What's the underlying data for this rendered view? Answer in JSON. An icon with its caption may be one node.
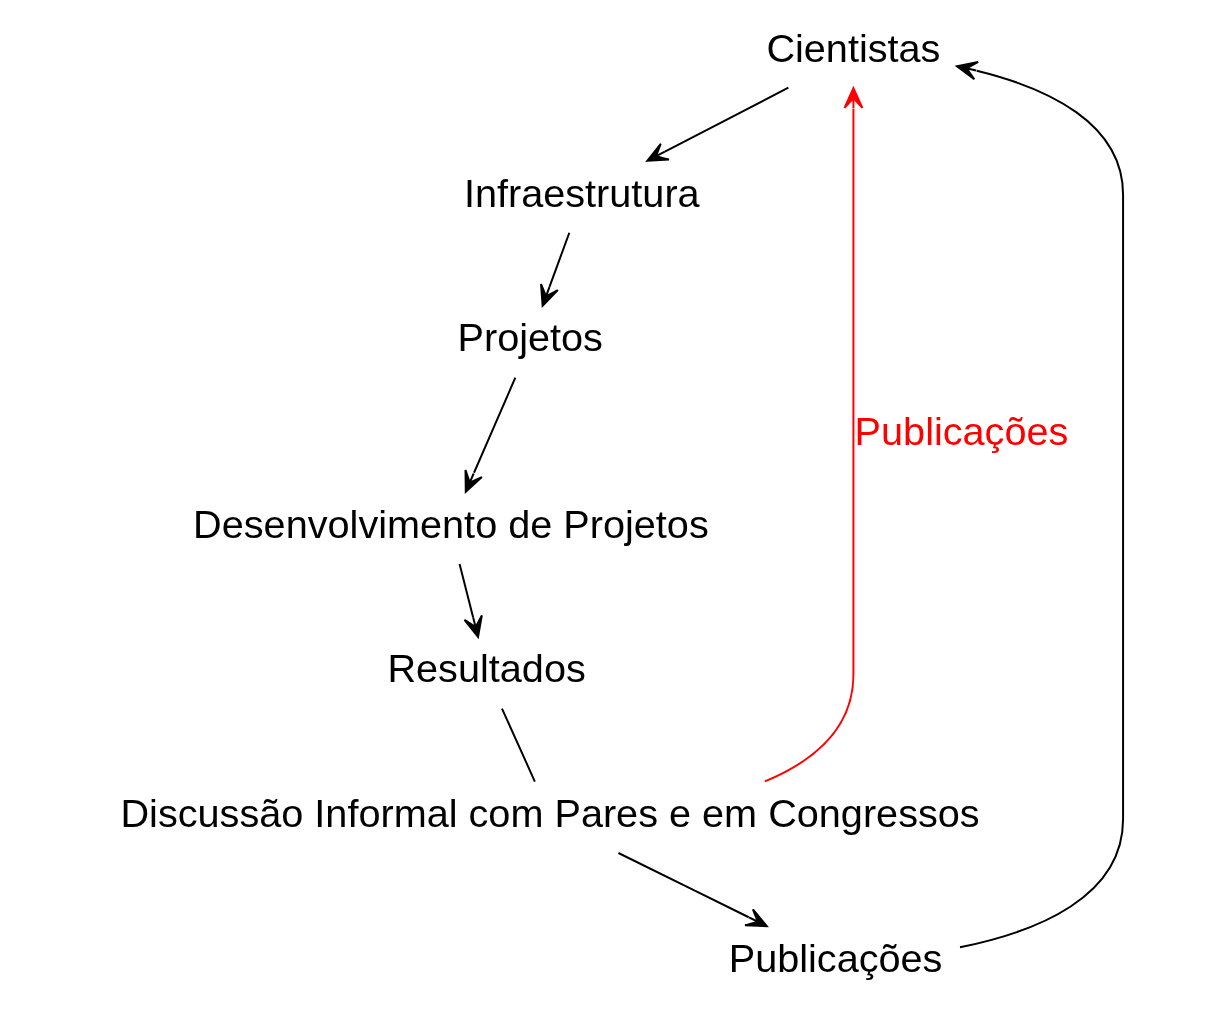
{
  "diagram": {
    "nodes": [
      {
        "text": [
          "Cientistas"
        ]
      },
      {
        "text": [
          "Infraestrutura"
        ]
      },
      {
        "text": [
          "Projetos"
        ]
      },
      {
        "text": [
          "Desenvolvimento de Projetos"
        ]
      },
      {
        "text": [
          "Resultados"
        ]
      },
      {
        "text": [
          "Discussão Informal com Pares e em Congressos"
        ]
      },
      {
        "text": [
          "Publicações"
        ]
      }
    ],
    "edges": [
      {
        "from": 0,
        "to": 1,
        "arrow": "to"
      },
      {
        "from": 1,
        "to": 2,
        "arrow": "to"
      },
      {
        "from": 2,
        "to": 3,
        "arrow": "to"
      },
      {
        "from": 3,
        "to": 4,
        "arrow": "to"
      },
      {
        "from": 4,
        "to": 5,
        "arrow": "none"
      },
      {
        "from": 5,
        "to": 6,
        "arrow": "to"
      },
      {
        "from": 6,
        "to": 0,
        "arrow": "to"
      },
      {
        "from": 5,
        "to": 0,
        "arrow": "to",
        "label": "Publicações",
        "color": "#ff0000"
      }
    ]
  }
}
